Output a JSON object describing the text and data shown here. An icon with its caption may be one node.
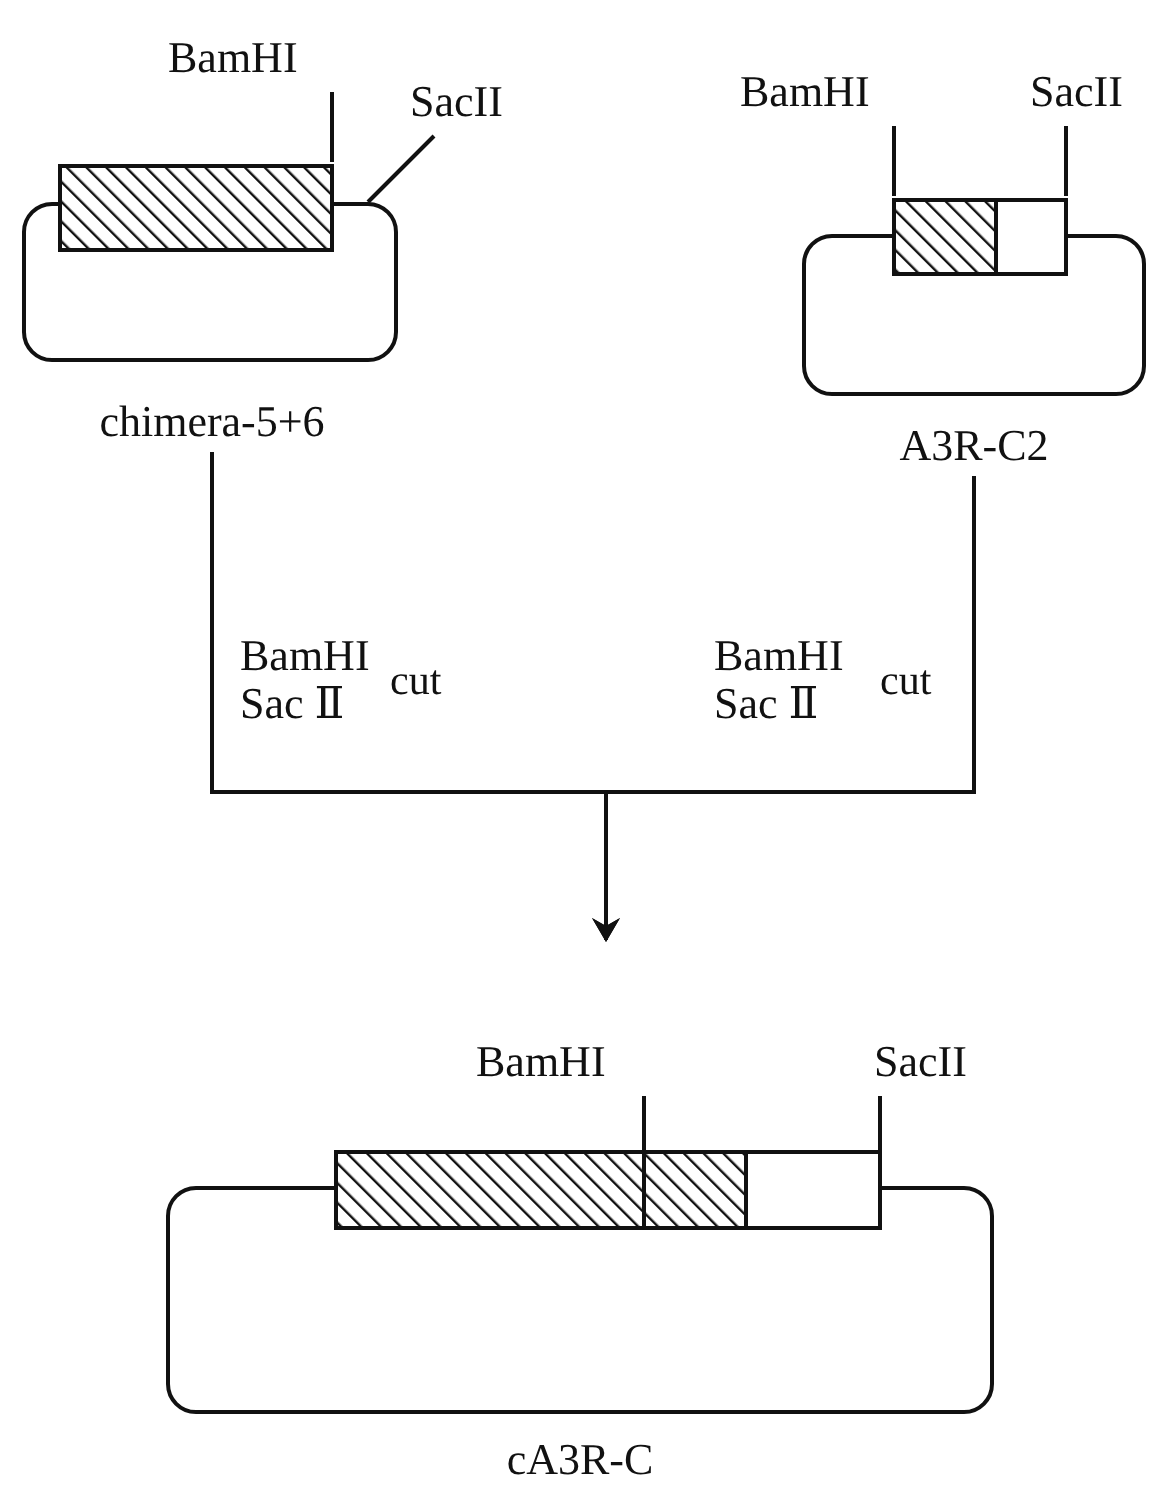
{
  "diagram": {
    "nodes": [
      {
        "text": [
          "BamHI"
        ]
      },
      {
        "text": [
          "SacII"
        ]
      },
      {
        "text": [],
        "shape": "box",
        "beside": [
          "chimera-5+6"
        ]
      },
      {
        "text": [
          "BamHI"
        ]
      },
      {
        "text": [
          "SacII"
        ]
      },
      {
        "text": [],
        "shape": "box",
        "beside": [
          "A3R-C2"
        ]
      },
      {
        "text": [
          "BamHI"
        ]
      },
      {
        "text": [
          "SacII"
        ]
      },
      {
        "text": [],
        "shape": "box",
        "beside": [
          "cA3R-C"
        ]
      }
    ],
    "edges": [
      {
        "from": 0,
        "to": 2,
        "arrow": "none"
      },
      {
        "from": 1,
        "to": 2,
        "arrow": "none"
      },
      {
        "from": 3,
        "to": 5,
        "arrow": "none"
      },
      {
        "from": 4,
        "to": 5,
        "arrow": "none"
      },
      {
        "from": 6,
        "to": 8,
        "arrow": "none"
      },
      {
        "from": 7,
        "to": 8,
        "arrow": "none"
      },
      {
        "from": 2,
        "to": null,
        "arrow": "to"
      },
      {
        "from": 5,
        "to": null,
        "arrow": "to"
      }
    ],
    "labels": [
      "BamHI",
      "Sac Ⅱ",
      "cut",
      "BamHI",
      "Sac Ⅱ",
      "cut"
    ]
  }
}
